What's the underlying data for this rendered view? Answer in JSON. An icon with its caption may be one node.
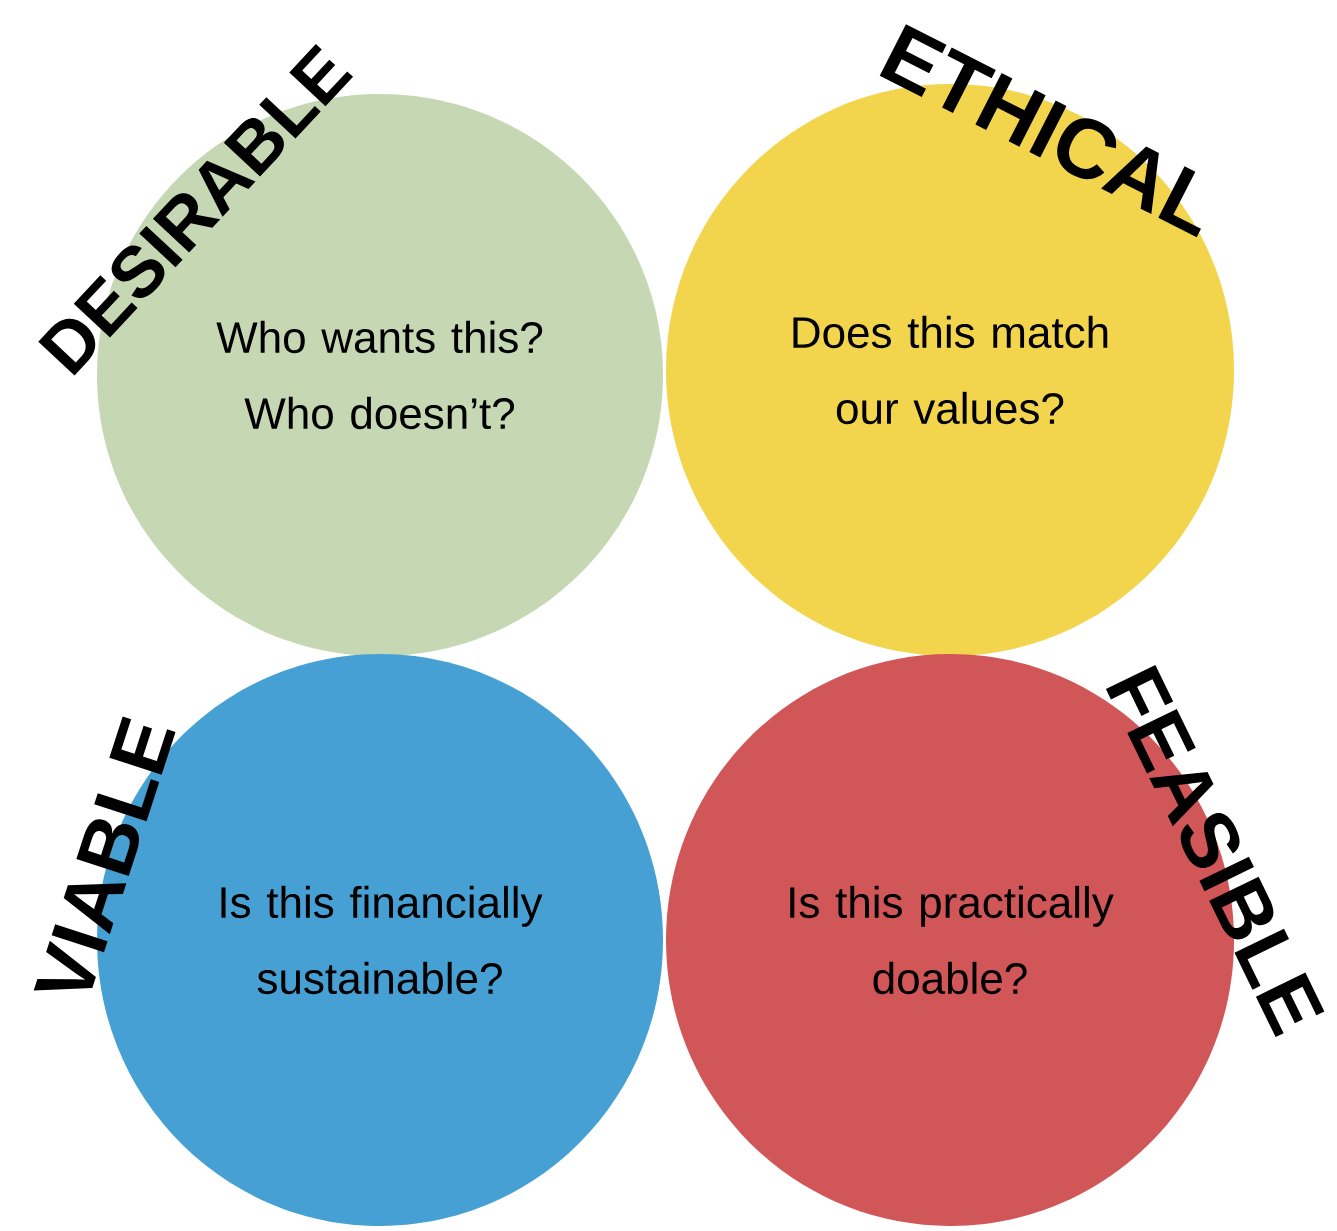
{
  "diagram": {
    "nodes": [
      {
        "text": [
          "DESIRABLE",
          "Who wants this? Who doesn’t?"
        ]
      },
      {
        "text": [
          "ETHICAL",
          "Does this match our values?"
        ]
      },
      {
        "text": [
          "VIABLE",
          "Is this financially sustainable?"
        ]
      },
      {
        "text": [
          "FEASIBLE",
          "Is this practically doable?"
        ]
      }
    ]
  }
}
